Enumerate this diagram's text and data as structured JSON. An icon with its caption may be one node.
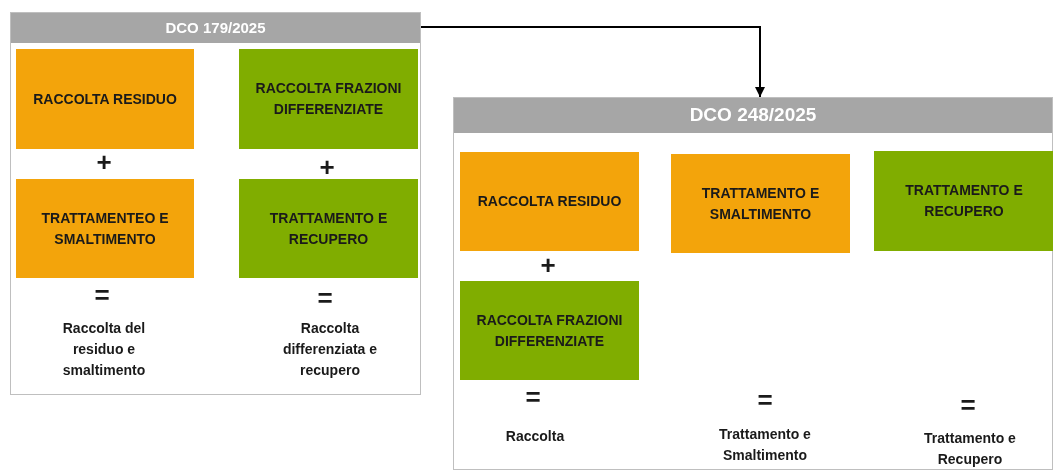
{
  "diagram": {
    "nodes": [
      {
        "text": [
          "DCO 179/2025"
        ]
      },
      {
        "text": [
          "RACCOLTA RESIDUO"
        ],
        "in": 0
      },
      {
        "text": [
          "RACCOLTA FRAZIONI DIFFERENZIATE"
        ],
        "in": 0
      },
      {
        "text": [
          "TRATTAMENTEO E SMALTIMENTO"
        ],
        "in": 0
      },
      {
        "text": [
          "TRATTAMENTO E RECUPERO"
        ],
        "in": 0
      },
      {
        "text": [
          "DCO 248/2025"
        ]
      },
      {
        "text": [
          "RACCOLTA RESIDUO"
        ],
        "in": 5
      },
      {
        "text": [
          "TRATTAMENTO E SMALTIMENTO"
        ],
        "in": 5
      },
      {
        "text": [
          "TRATTAMENTO E RECUPERO"
        ],
        "in": 5
      },
      {
        "text": [
          "RACCOLTA FRAZIONI DIFFERENZIATE"
        ],
        "in": 5
      }
    ],
    "edges": [
      {
        "from": 0,
        "to": 5,
        "arrow": "to"
      }
    ],
    "labels": [
      "+",
      "+",
      "=",
      "=",
      "Raccolta del residuo e smaltimento",
      "Raccolta differenziata e recupero",
      "+",
      "=",
      "=",
      "=",
      "Raccolta",
      "Trattamento e Smaltimento",
      "Trattamento e Recupero"
    ]
  }
}
